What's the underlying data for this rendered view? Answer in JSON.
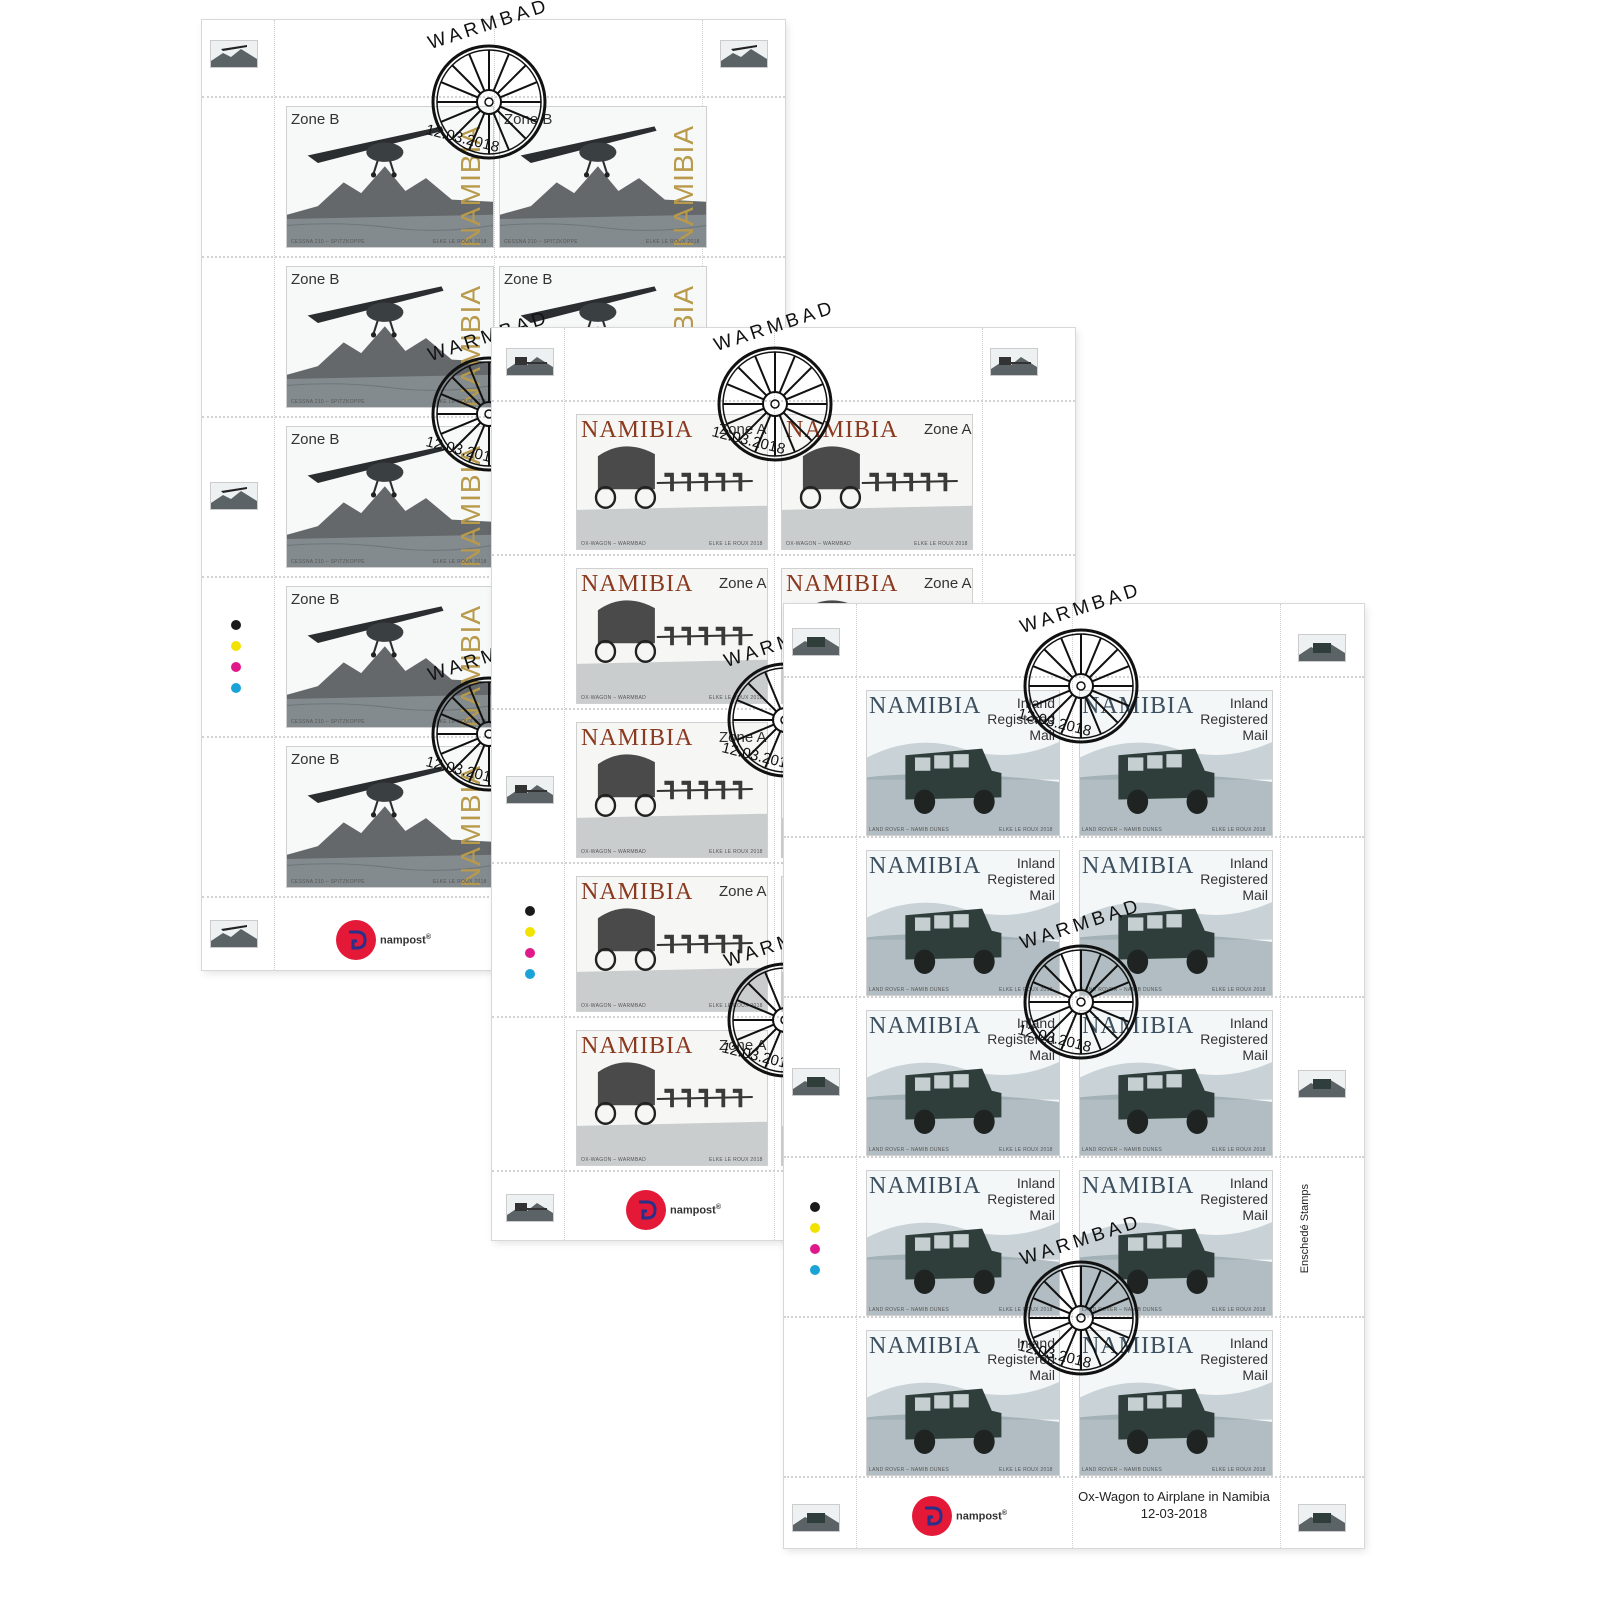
{
  "sheet1": {
    "zone_label": "Zone B",
    "country": "NAMIBIA",
    "stamp_caption": "CESSNA 210 – SPITZKOPPE",
    "artist": "ELKE LE ROUX 2018",
    "subject_icon": "airplane-icon"
  },
  "sheet2": {
    "zone_label": "Zone A",
    "country": "NAMIBIA",
    "stamp_caption": "OX-WAGON – WARMBAD",
    "artist": "ELKE LE ROUX 2018",
    "subject_icon": "ox-wagon-icon"
  },
  "sheet3": {
    "country": "NAMIBIA",
    "mail_label": "Inland\nRegistered\nMail",
    "stamp_caption": "LAND ROVER – NAMIB DUNES",
    "artist": "ELKE LE ROUX 2018",
    "printer": "Enschedé Stamps",
    "title": "Ox-Wagon to Airplane in Namibia",
    "issue_date": "12-03-2018",
    "subject_icon": "land-rover-icon"
  },
  "postmark": {
    "place": "WARMBAD",
    "date": "12.03.2018"
  },
  "logo": {
    "text": "nampost",
    "mark": "®",
    "color": "#e31937"
  },
  "colors": {
    "gold": "#b89a4a",
    "brown": "#8b3a1f",
    "blue_gray": "#3d5060",
    "registration": [
      "#1a1a1a",
      "#f2e200",
      "#e0198a",
      "#1aa3d6"
    ]
  }
}
